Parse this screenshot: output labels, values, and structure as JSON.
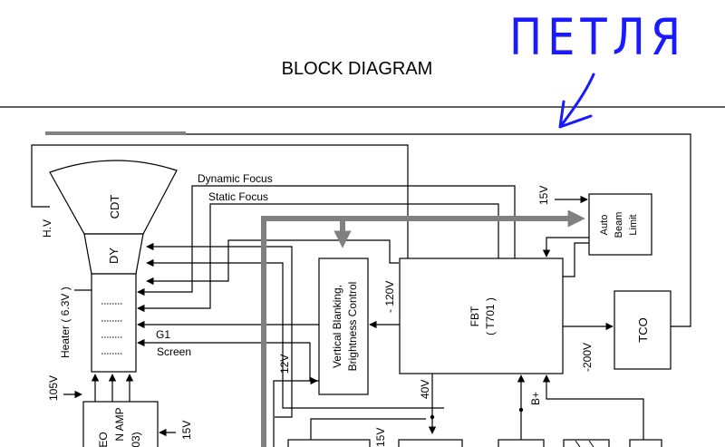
{
  "title": "BLOCK DIAGRAM",
  "annotation": {
    "text": "ПЕТЛЯ",
    "ink_color": "#1a1aff"
  },
  "blocks": {
    "cdt": "CDT",
    "dy": "DY",
    "heater": "Heater ( 6.3V )",
    "vertical_blanking_line1": "Vertical Blanking,",
    "vertical_blanking_line2": "Brightness Control",
    "fbt_line1": "FBT",
    "fbt_line2": "( T701 )",
    "auto_beam_line1": "Auto",
    "auto_beam_line2": "Beam",
    "auto_beam_line3": "Limit",
    "tco": "TCO",
    "video_amp_line1": "EO",
    "video_amp_line2": "N AMP",
    "video_amp_line3": "03)"
  },
  "signals": {
    "dynamic_focus": "Dynamic Focus",
    "static_focus": "Static Focus",
    "hv": "H.V",
    "g1": "G1",
    "screen": "Screen",
    "v_105": "105V",
    "v_15_video": "15V",
    "v_12": "12V",
    "v_minus120": "- 120V",
    "v_15_abl": "15V",
    "v_minus200": "-200V",
    "v_40": "40V",
    "b_plus": "B+",
    "v_15_bottom": "15V"
  },
  "colors": {
    "line": "#000000",
    "thick_arrow": "#808080",
    "annotation": "#1a1aff"
  }
}
